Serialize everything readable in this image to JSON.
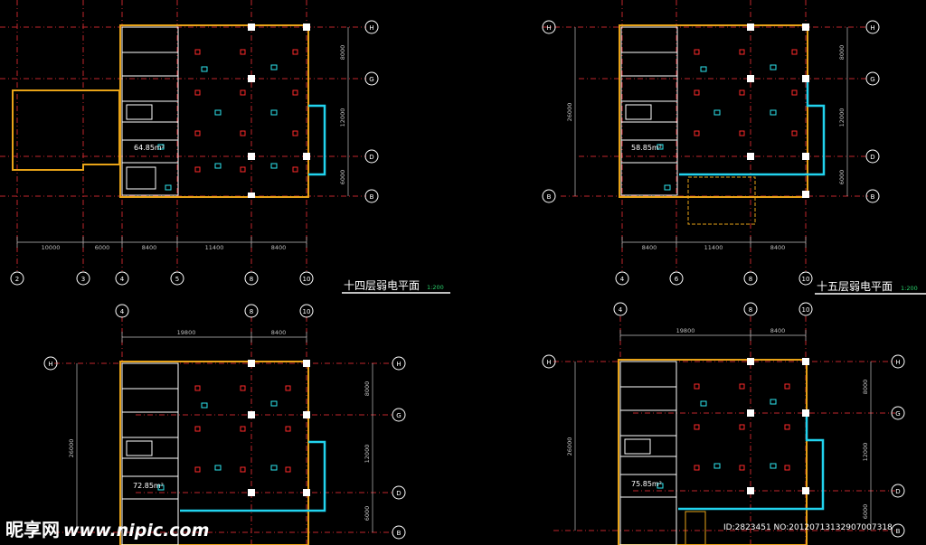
{
  "drawing": {
    "background": "#000000",
    "colors": {
      "grid_line": "#c0262b",
      "wall": "#e8a317",
      "cyan_wall": "#22d3ee",
      "dim_line": "#bfbfbf",
      "column": "#ffffff",
      "device_red": "#ff2a2a",
      "device_cyan": "#2ee6f0",
      "title_underline": "#ffffff",
      "scale_note": "#29d16b"
    },
    "plans": [
      {
        "id": "plan-14",
        "title": "十四层弱电平面",
        "scale": "1:200",
        "area_label": "64.85m²",
        "grid_bottom": [
          "2",
          "3",
          "4",
          "5",
          "8",
          "10"
        ],
        "grid_right": [
          "H",
          "G",
          "D",
          "B"
        ],
        "dims_bottom": [
          "10000",
          "6000",
          "8400",
          "11400",
          "8400"
        ],
        "dims_right": [
          "8000",
          "12000",
          "6000"
        ]
      },
      {
        "id": "plan-15",
        "title": "十五层弱电平面",
        "scale": "1:200",
        "area_label": "58.85m²",
        "grid_bottom": [
          "4",
          "6",
          "8",
          "10"
        ],
        "grid_right": [
          "H",
          "G",
          "D",
          "B"
        ],
        "dims_bottom": [
          "8400",
          "11400",
          "8400"
        ],
        "dims_right": [
          "8000",
          "12000",
          "6000"
        ],
        "dims_left": [
          "26000"
        ]
      },
      {
        "id": "plan-16",
        "area_label": "72.85m²",
        "grid_top": [
          "4",
          "8",
          "10"
        ],
        "grid_right": [
          "H",
          "G",
          "D",
          "B"
        ],
        "grid_left": [
          "H"
        ],
        "dims_top": [
          "19800",
          "8400"
        ],
        "dims_right": [
          "8000",
          "12000",
          "6000"
        ],
        "dims_left": [
          "26000"
        ]
      },
      {
        "id": "plan-17",
        "area_label": "75.85m²",
        "grid_top": [
          "4",
          "8",
          "10"
        ],
        "grid_right": [
          "H",
          "G",
          "D",
          "B"
        ],
        "grid_left": [
          "H"
        ],
        "dims_top": [
          "19800",
          "8400"
        ],
        "dims_right": [
          "8000",
          "12000",
          "6000"
        ],
        "dims_left": [
          "26000"
        ]
      }
    ]
  },
  "watermark": {
    "logo_text": "昵享网",
    "site": "www.nipic.com",
    "id_text": "ID:2823451 NO:20120713132907007318"
  }
}
